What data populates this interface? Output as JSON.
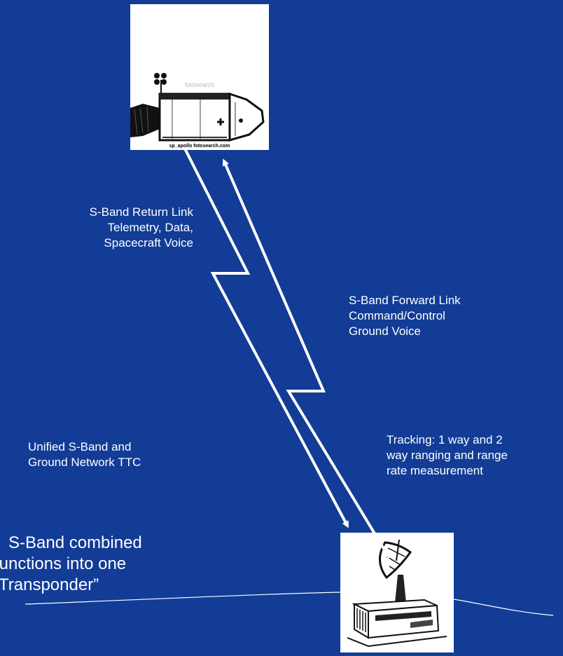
{
  "spacecraft_image": {
    "credit": "sp_apollo fotosearch.com",
    "icon": "apollo-spacecraft-icon"
  },
  "ground_image": {
    "icon": "ground-station-antenna-icon"
  },
  "links": {
    "return": [
      "S-Band Return Link",
      "Telemetry, Data,",
      "Spacecraft Voice"
    ],
    "forward": [
      "S-Band Forward Link",
      "Command/Control",
      "Ground Voice"
    ]
  },
  "tracking": [
    "Tracking:  1 way and 2",
    "way ranging and range",
    "rate measurement"
  ],
  "network": [
    "Unified S-Band and",
    "Ground Network TTC"
  ],
  "caption": [
    "S-Band combined",
    "functions into one",
    "“Transponder”"
  ]
}
